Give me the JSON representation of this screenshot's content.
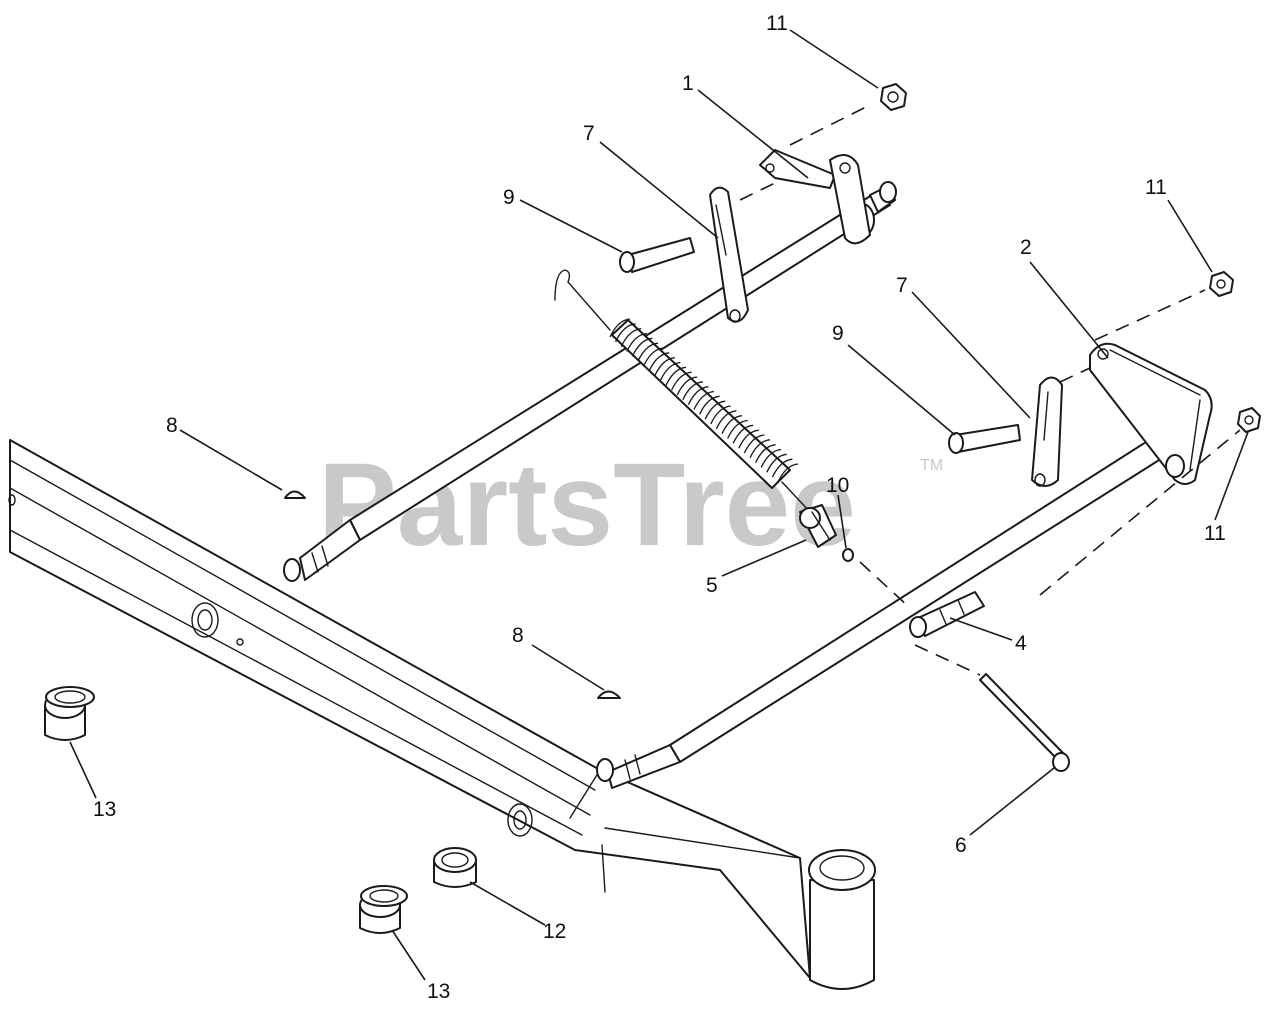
{
  "watermark": {
    "text": "PartsTree",
    "trademark": "TM"
  },
  "callouts": [
    {
      "label": "1",
      "part": "lift-arm-left"
    },
    {
      "label": "2",
      "part": "lift-arm-right"
    },
    {
      "label": "4",
      "part": "pivot-pin"
    },
    {
      "label": "5",
      "part": "spring-adjuster"
    },
    {
      "label": "6",
      "part": "clevis-bolt"
    },
    {
      "label": "7",
      "part": "link-plate-left"
    },
    {
      "label": "7",
      "part": "link-plate-right"
    },
    {
      "label": "8",
      "part": "woodruff-key-left"
    },
    {
      "label": "8",
      "part": "woodruff-key-right"
    },
    {
      "label": "9",
      "part": "clevis-pin-left"
    },
    {
      "label": "9",
      "part": "clevis-pin-right"
    },
    {
      "label": "10",
      "part": "small-nut"
    },
    {
      "label": "11",
      "part": "hex-nut-top"
    },
    {
      "label": "11",
      "part": "hex-nut-mid"
    },
    {
      "label": "11",
      "part": "hex-nut-right"
    },
    {
      "label": "12",
      "part": "bushing-center"
    },
    {
      "label": "13",
      "part": "bushing-left"
    },
    {
      "label": "13",
      "part": "bushing-bottom"
    }
  ]
}
